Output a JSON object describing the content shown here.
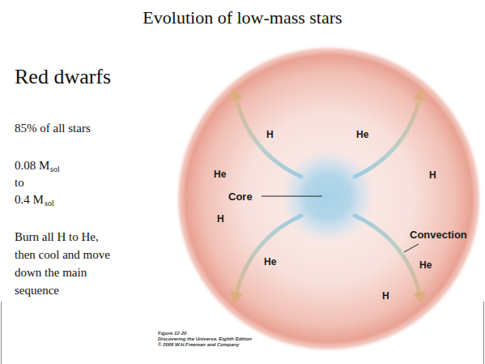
{
  "diagram": {
    "title": "Evolution of low-mass stars",
    "labels": [
      "Red dwarfs",
      "85% of all stars",
      "0.08 M",
      "sol",
      "to",
      "0.4 M",
      "sol",
      "Burn all H to He, then cool and move down the main sequence",
      "H",
      "He",
      "He",
      "H",
      "Core",
      "Convection",
      "H",
      "He",
      "He",
      "H",
      "Figure 12-20",
      "Discovering the Universe, Eighth Edition",
      "© 2008 W.H.Freeman and Company"
    ]
  }
}
